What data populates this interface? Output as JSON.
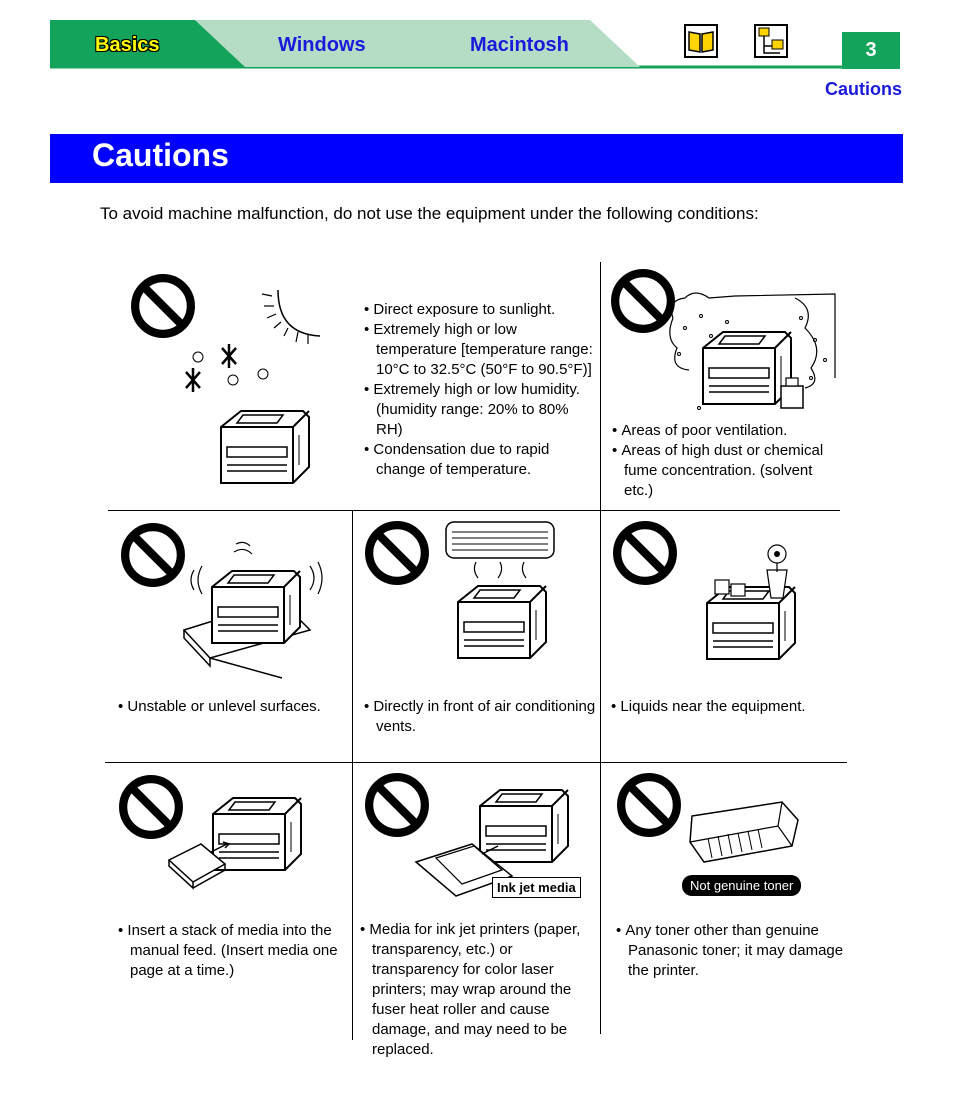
{
  "nav": {
    "tabs": [
      {
        "label": "Basics"
      },
      {
        "label": "Windows"
      },
      {
        "label": "Macintosh"
      }
    ],
    "page_number": "3",
    "section_link": "Cautions"
  },
  "title": "Cautions",
  "intro": "To avoid machine malfunction, do not use the equipment under the following conditions:",
  "cells": {
    "environment": {
      "items": [
        "Direct exposure to sunlight.",
        "Extremely high or low temperature [temperature range: 10°C to 32.5°C (50°F to 90.5°F)]",
        "Extremely high or low humidity. (humidity range: 20% to 80% RH)",
        "Condensation due to rapid change of temperature."
      ]
    },
    "ventilation": {
      "items": [
        "Areas of poor ventilation.",
        "Areas of high dust or chemical fume concentration. (solvent etc.)"
      ]
    },
    "unstable": {
      "items": [
        "Unstable or unlevel surfaces."
      ]
    },
    "aircon": {
      "items": [
        "Directly in front of air conditioning vents."
      ]
    },
    "liquids": {
      "items": [
        "Liquids near the equipment."
      ]
    },
    "manual_feed": {
      "items": [
        "Insert a stack of media into the manual feed. (Insert media one page at a time.)"
      ]
    },
    "inkjet": {
      "label": "Ink jet media",
      "items": [
        "Media for ink jet printers (paper, transparency, etc.) or transparency for color laser printers; may wrap around the fuser heat roller and cause damage, and may need to be replaced."
      ]
    },
    "toner": {
      "label": "Not genuine toner",
      "items": [
        "Any toner other than genuine Panasonic toner; it may damage the printer."
      ]
    }
  }
}
